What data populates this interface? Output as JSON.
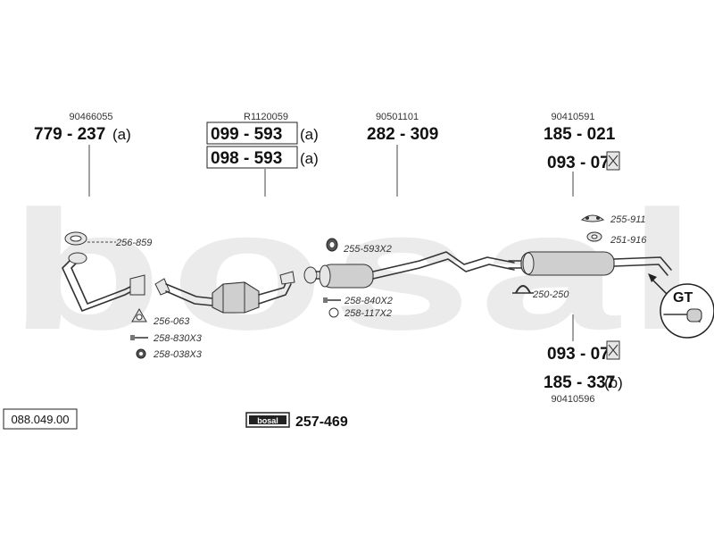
{
  "watermark": {
    "text": "bosal",
    "color": "#ebebeb"
  },
  "catalog_number": "088.049.00",
  "groups": {
    "front_pipe": {
      "oe": "90466055",
      "code": "779 - 237",
      "suffix": "(a)"
    },
    "catalyst": {
      "oe": "R1120059",
      "codes": [
        {
          "code": "099 - 593",
          "suffix": "(a)"
        },
        {
          "code": "098 - 593",
          "suffix": "(a)"
        }
      ]
    },
    "middle_silencer": {
      "oe": "90501101",
      "code": "282 - 309"
    },
    "rear_top": {
      "oe": "90410591",
      "code": "185 - 021",
      "mount_code": "093 - 077"
    },
    "rear_bottom": {
      "oe": "90410596",
      "code": "185 - 337",
      "suffix": "(b)",
      "mount_code": "093 - 077"
    }
  },
  "small_parts": {
    "p256_859": "256-859",
    "p256_063": "256-063",
    "p258_830": "258-830X3",
    "p258_038": "258-038X3",
    "p255_593": "255-593X2",
    "p258_840": "258-840X2",
    "p258_117": "258-117X2",
    "p255_911": "255-911",
    "p251_916": "251-916",
    "p250_250": "250-250"
  },
  "gt_label": "GT",
  "kit": {
    "logo": "bosal",
    "code": "257-469"
  }
}
